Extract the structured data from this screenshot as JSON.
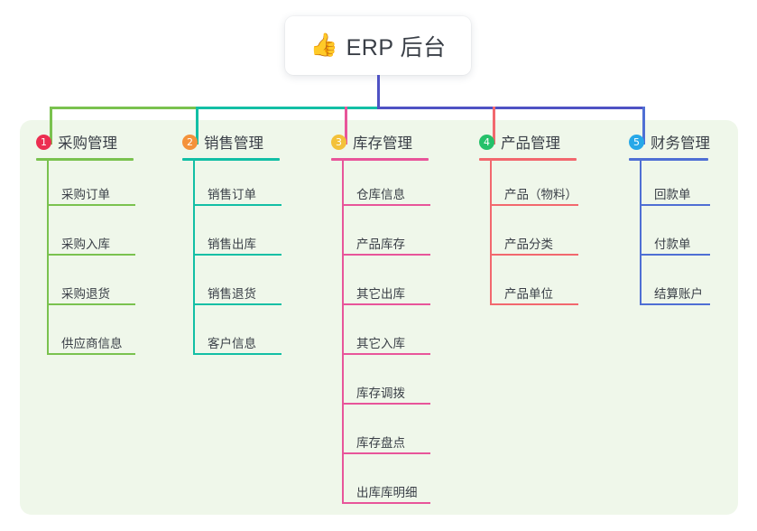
{
  "diagram": {
    "root": {
      "icon": "thumbs-up-icon",
      "icon_glyph": "👍",
      "title": "ERP 后台"
    },
    "palette": {
      "panel_bg": "#eff7ea",
      "page_bg": "#ffffff",
      "trunk": "#4f52c4",
      "text": "#3a3f47"
    },
    "columns": [
      {
        "number": "1",
        "title": "采购管理",
        "badge_color": "#ec2e51",
        "line_color": "#7ac24f",
        "bus_color": "#7ac24f",
        "items": [
          "采购订单",
          "采购入库",
          "采购退货",
          "供应商信息"
        ]
      },
      {
        "number": "2",
        "title": "销售管理",
        "badge_color": "#f4923b",
        "line_color": "#12bfa5",
        "bus_color": "#12bfa5",
        "items": [
          "销售订单",
          "销售出库",
          "销售退货",
          "客户信息"
        ]
      },
      {
        "number": "3",
        "title": "库存管理",
        "badge_color": "#f3c13a",
        "line_color": "#e8559a",
        "bus_color": "#e8559a",
        "items": [
          "仓库信息",
          "产品库存",
          "其它出库",
          "其它入库",
          "库存调拨",
          "库存盘点",
          "出库库明细"
        ]
      },
      {
        "number": "4",
        "title": "产品管理",
        "badge_color": "#25c16a",
        "line_color": "#f2686e",
        "bus_color": "#f2686e",
        "items": [
          "产品（物料）",
          "产品分类",
          "产品单位"
        ]
      },
      {
        "number": "5",
        "title": "财务管理",
        "badge_color": "#27a8e8",
        "line_color": "#4f6fd4",
        "bus_color": "#4f52c4",
        "items": [
          "回款单",
          "付款单",
          "结算账户"
        ]
      }
    ]
  }
}
